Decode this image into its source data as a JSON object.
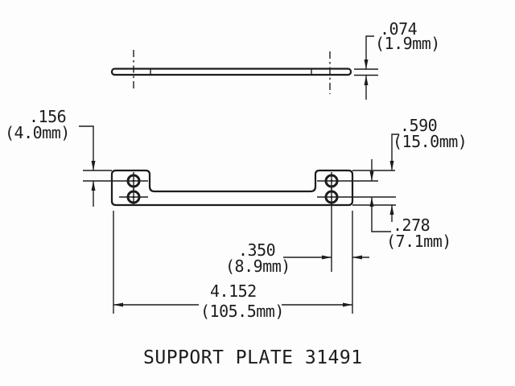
{
  "title": "SUPPORT PLATE 31491",
  "dimensions": {
    "thickness": {
      "inches": ".074",
      "metric": "(1.9mm)"
    },
    "edge_to_hole": {
      "inches": ".156",
      "metric": "(4.0mm)"
    },
    "end_height": {
      "inches": ".590",
      "metric": "(15.0mm)"
    },
    "hole_spacing": {
      "inches": ".278",
      "metric": "(7.1mm)"
    },
    "hole_to_end": {
      "inches": ".350",
      "metric": "(8.9mm)"
    },
    "overall_length": {
      "inches": "4.152",
      "metric": "(105.5mm)"
    }
  }
}
